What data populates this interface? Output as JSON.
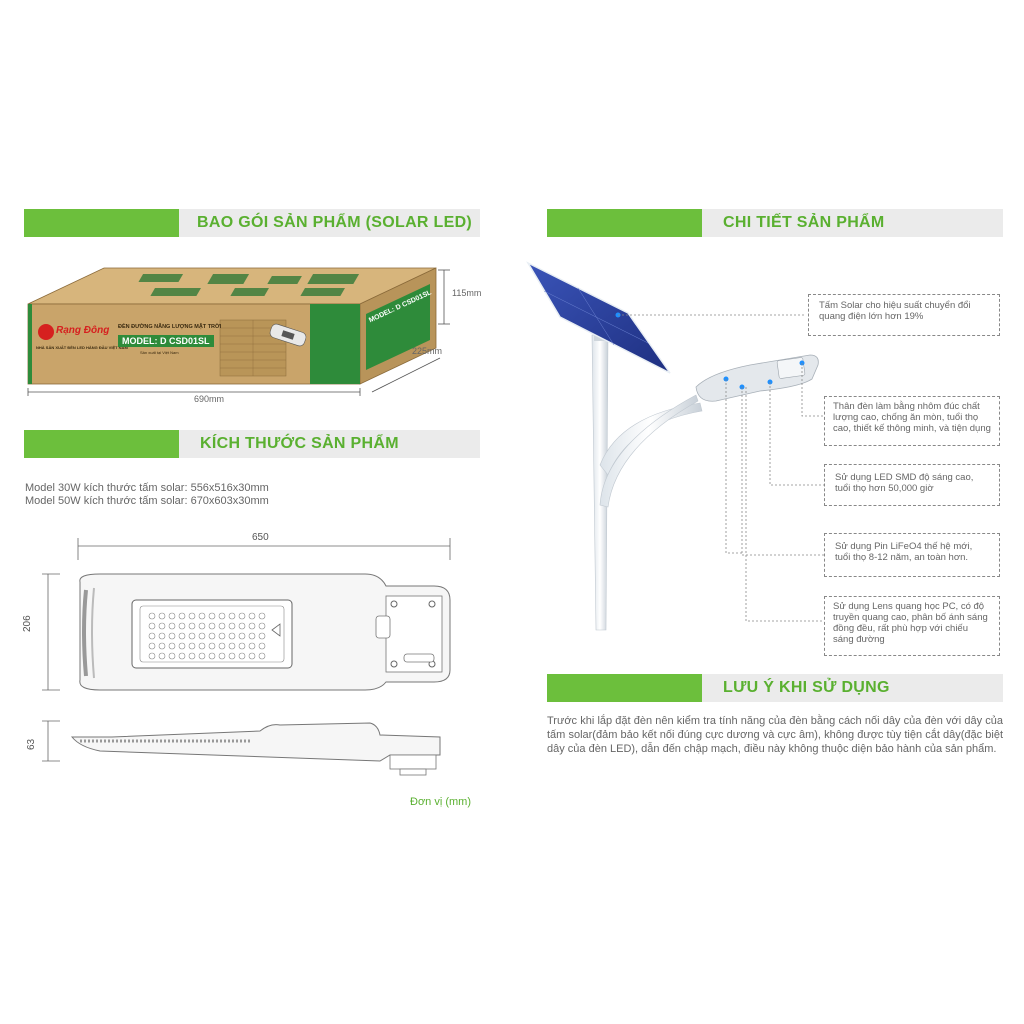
{
  "sections": {
    "packaging": {
      "title": "BAO GÓI SẢN PHẨM (SOLAR LED)"
    },
    "dimensions": {
      "title": "KÍCH THƯỚC SẢN PHẨM"
    },
    "details": {
      "title": "CHI TIẾT SẢN PHẨM"
    },
    "notes": {
      "title": "LƯU Ý KHI SỬ DỤNG"
    }
  },
  "box": {
    "brand": "Rạng Đông",
    "brand_tagline": "NHÀ SẢN XUẤT ĐÈN LED HÀNG ĐẦU VIỆT NAM",
    "product_name": "ĐÈN ĐƯỜNG NĂNG LƯỢNG MẶT TRỜI",
    "model": "MODEL: D CSD01SL",
    "made_in": "Sản xuất tại Việt Nam",
    "side_model": "MODEL: D CSD01SL",
    "height": "115mm",
    "depth": "225mm",
    "width": "690mm"
  },
  "dimensions": {
    "model_30w": "Model 30W kích thước tấm solar: 556x516x30mm",
    "model_50w": "Model 50W kích thước tấm solar: 670x603x30mm",
    "length": "650",
    "width": "206",
    "height": "63",
    "unit": "Đơn vị (mm)"
  },
  "callouts": {
    "solar": "Tấm Solar cho hiệu suất chuyển đổi quang điện lớn hơn 19%",
    "body": "Thân đèn làm bằng nhôm đúc chất lượng cao, chống ăn mòn, tuổi thọ cao, thiết kế thông minh, và tiện dụng",
    "led": "Sử dụng LED SMD độ sáng cao, tuổi thọ hơn 50,000 giờ",
    "battery": "Sử dụng Pin LiFeO4 thế hệ mới, tuổi thọ 8-12 năm, an toàn hơn.",
    "lens": "Sử dụng Lens quang học PC, có độ truyền quang cao, phân bố ánh sáng đồng đều, rất phù hợp với chiếu sáng đường"
  },
  "notes": {
    "text": "Trước khi lắp đặt đèn nên kiểm tra tính năng của đèn bằng cách nối dây của đèn với dây của tấm solar(đảm bảo kết nối đúng cực dương và cực âm), không được tùy tiện cắt dây(đặc biệt dây của đèn LED), dẫn đến chập mạch, điều này không thuộc diện bảo hành của sản phẩm."
  },
  "colors": {
    "accent_green": "#6cbf3c",
    "title_green": "#5ab030",
    "header_gray": "#ebebeb",
    "box_kraft": "#c9a46a",
    "box_green": "#2e8b3a"
  }
}
